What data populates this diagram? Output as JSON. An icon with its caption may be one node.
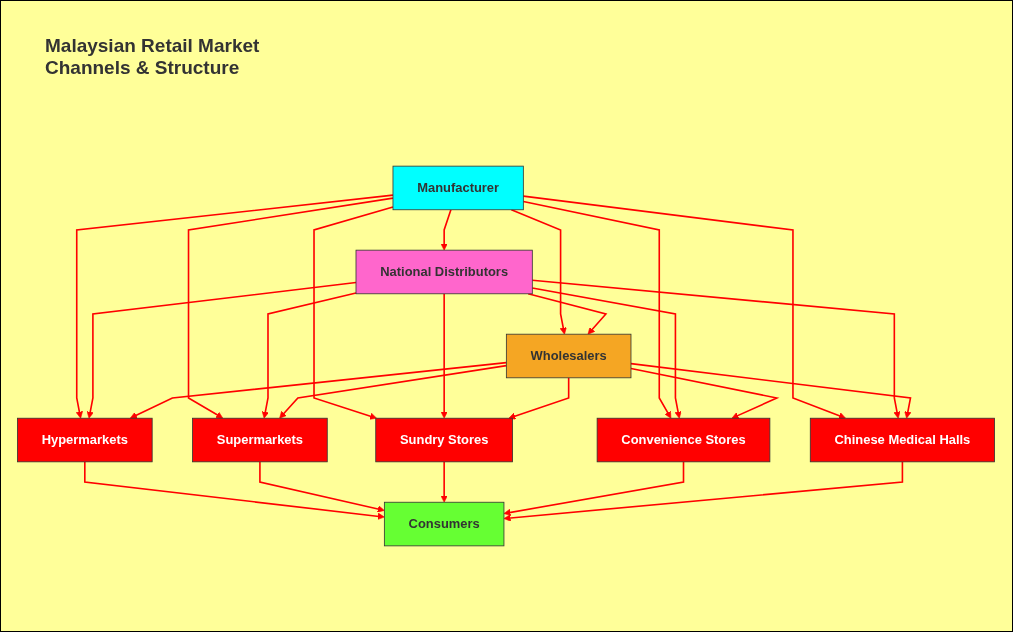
{
  "diagram": {
    "title": "Malaysian Retail Market Channels & Structure",
    "nodes": [
      {
        "text": [
          "Manufacturer"
        ]
      },
      {
        "text": [
          "National Distributors"
        ]
      },
      {
        "text": [
          "Wholesalers"
        ]
      },
      {
        "text": [
          "Hypermarkets"
        ]
      },
      {
        "text": [
          "Supermarkets"
        ]
      },
      {
        "text": [
          "Sundry Stores"
        ]
      },
      {
        "text": [
          "Convenience Stores"
        ]
      },
      {
        "text": [
          "Chinese Medical Halls"
        ]
      },
      {
        "text": [
          "Consumers"
        ]
      }
    ],
    "edges": [
      {
        "from": 0,
        "to": 1,
        "arrow": "to"
      },
      {
        "from": 0,
        "to": 2,
        "arrow": "to"
      },
      {
        "from": 1,
        "to": 2,
        "arrow": "to"
      },
      {
        "from": 0,
        "to": 3,
        "arrow": "to"
      },
      {
        "from": 0,
        "to": 4,
        "arrow": "to"
      },
      {
        "from": 0,
        "to": 5,
        "arrow": "to"
      },
      {
        "from": 0,
        "to": 6,
        "arrow": "to"
      },
      {
        "from": 0,
        "to": 7,
        "arrow": "to"
      },
      {
        "from": 1,
        "to": 3,
        "arrow": "to"
      },
      {
        "from": 1,
        "to": 4,
        "arrow": "to"
      },
      {
        "from": 1,
        "to": 5,
        "arrow": "to"
      },
      {
        "from": 1,
        "to": 6,
        "arrow": "to"
      },
      {
        "from": 1,
        "to": 7,
        "arrow": "to"
      },
      {
        "from": 2,
        "to": 3,
        "arrow": "to"
      },
      {
        "from": 2,
        "to": 4,
        "arrow": "to"
      },
      {
        "from": 2,
        "to": 5,
        "arrow": "to"
      },
      {
        "from": 2,
        "to": 6,
        "arrow": "to"
      },
      {
        "from": 2,
        "to": 7,
        "arrow": "to"
      },
      {
        "from": 3,
        "to": 8,
        "arrow": "to"
      },
      {
        "from": 4,
        "to": 8,
        "arrow": "to"
      },
      {
        "from": 5,
        "to": 8,
        "arrow": "to"
      },
      {
        "from": 6,
        "to": 8,
        "arrow": "to"
      },
      {
        "from": 7,
        "to": 8,
        "arrow": "to"
      }
    ]
  }
}
